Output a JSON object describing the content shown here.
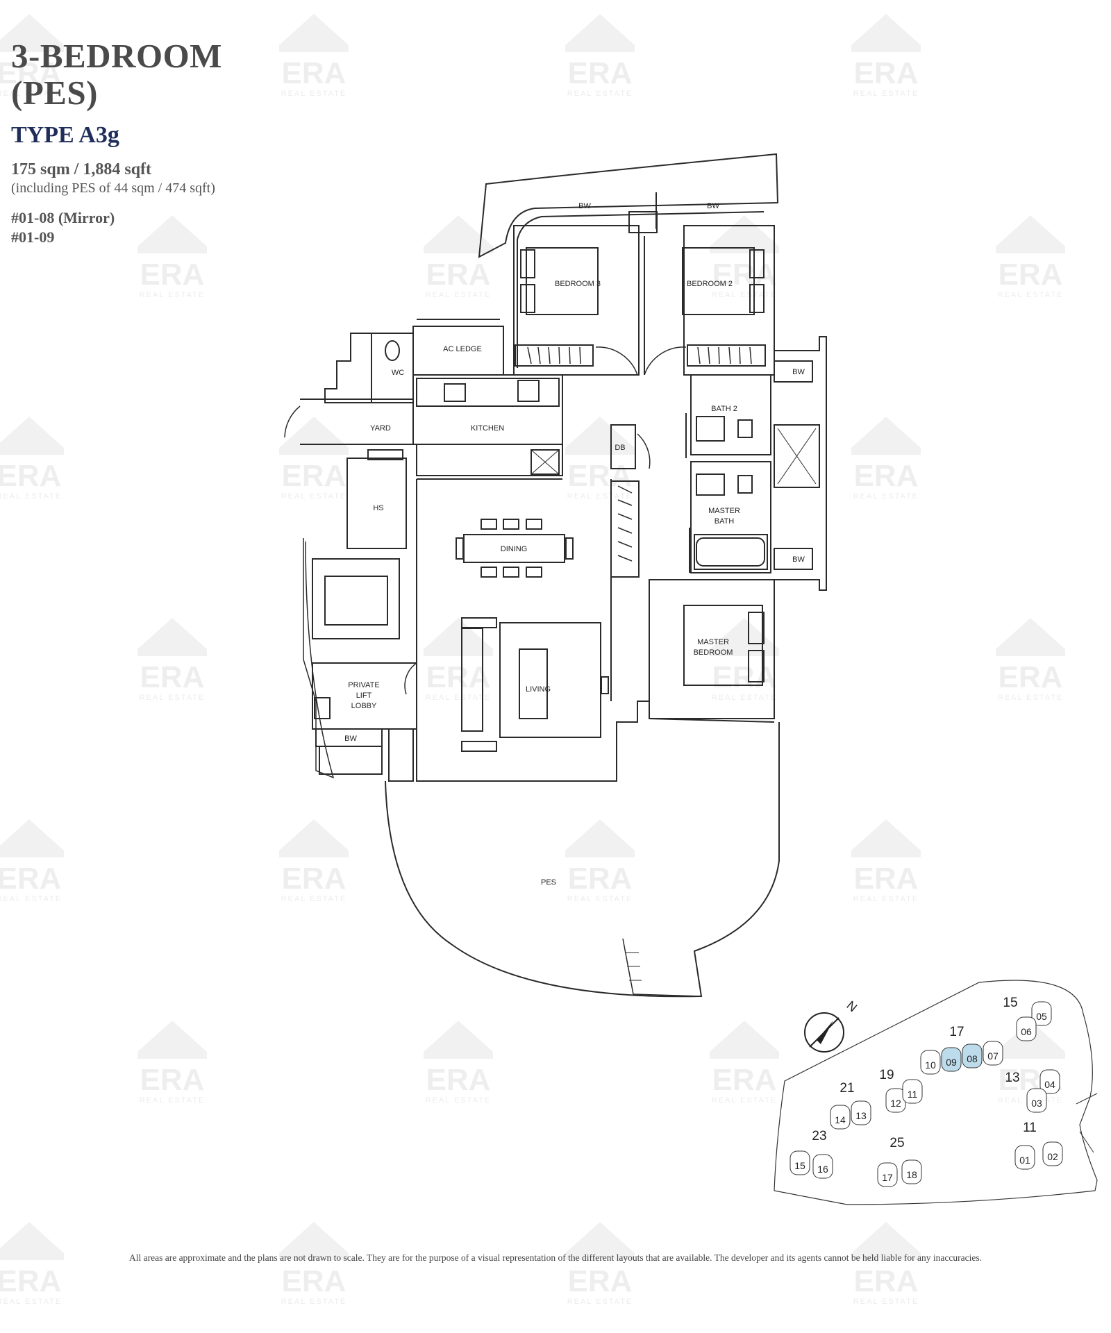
{
  "header": {
    "title_line1": "3-BEDROOM",
    "title_line2": "(PES)",
    "type": "TYPE A3g",
    "area": "175 sqm / 1,884 sqft",
    "area_note": "(including PES of 44 sqm / 474 sqft)",
    "units": [
      "#01-08 (Mirror)",
      "#01-09"
    ]
  },
  "watermark": {
    "brand": "ERA",
    "sub": "REAL ESTATE"
  },
  "floorplan": {
    "rooms": {
      "bedroom3": "BEDROOM 3",
      "bedroom2": "BEDROOM 2",
      "bw_top_left": "BW",
      "bw_top_right": "BW",
      "ac_ledge": "AC LEDGE",
      "wc": "WC",
      "yard": "YARD",
      "kitchen": "KITCHEN",
      "db": "DB",
      "bath2": "BATH 2",
      "bw_right_top": "BW",
      "hs": "HS",
      "dining": "DINING",
      "master_bath_1": "MASTER",
      "master_bath_2": "BATH",
      "bw_right_bottom": "BW",
      "master_bedroom_1": "MASTER",
      "master_bedroom_2": "BEDROOM",
      "living": "LIVING",
      "lobby_1": "PRIVATE",
      "lobby_2": "LIFT",
      "lobby_3": "LOBBY",
      "bw_bottom_left": "BW",
      "pes": "PES"
    }
  },
  "keyplan": {
    "north": "N",
    "blocks": [
      {
        "block": "15",
        "units": [
          "05",
          "06"
        ]
      },
      {
        "block": "17",
        "units": [
          "10",
          "09",
          "08",
          "07"
        ]
      },
      {
        "block": "13",
        "units": [
          "04",
          "03"
        ]
      },
      {
        "block": "19",
        "units": [
          "12",
          "11"
        ]
      },
      {
        "block": "21",
        "units": [
          "14",
          "13"
        ]
      },
      {
        "block": "11",
        "units": [
          "01",
          "02"
        ]
      },
      {
        "block": "23",
        "units": [
          "15",
          "16"
        ]
      },
      {
        "block": "25",
        "units": [
          "17",
          "18"
        ]
      }
    ],
    "highlight_color": "#bcdcec"
  },
  "disclaimer": "All areas are approximate and the plans are not drawn to scale. They are for the purpose of a visual representation of the different layouts that are available. The developer and its agents cannot be held liable for any inaccuracies."
}
